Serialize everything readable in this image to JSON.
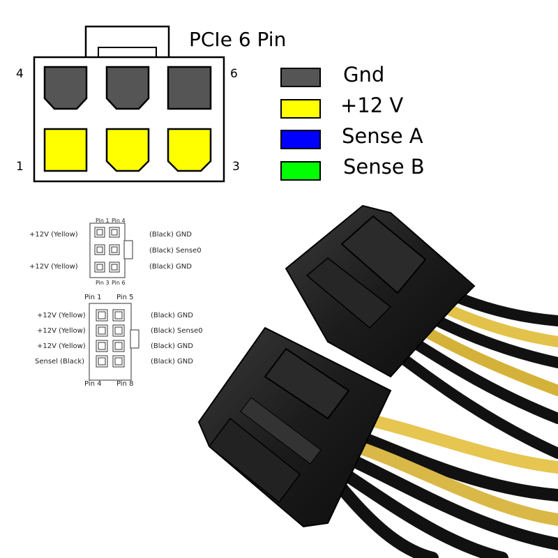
{
  "title": "PCIe 6 Pin",
  "pin_numbers": {
    "p4": "4",
    "p6": "6",
    "p1": "1",
    "p3": "3"
  },
  "legend": [
    {
      "label": "Gnd",
      "color": "#555555"
    },
    {
      "label": "+12 V",
      "color": "#ffff00"
    },
    {
      "label": "Sense A",
      "color": "#0000ff"
    },
    {
      "label": "Sense B",
      "color": "#00ff00"
    }
  ],
  "six_pin_diagram": {
    "top_pins": [
      "Pin 1",
      "Pin 4"
    ],
    "bottom_pins": [
      "Pin 3",
      "Pin 6"
    ],
    "left": [
      "+12V (Yellow)",
      "+12V (Yellow)"
    ],
    "right": [
      "(Black)  GND",
      "(Black)  Sense0",
      "(Black)  GND"
    ]
  },
  "eight_pin_diagram": {
    "top_pins": [
      "Pin 1",
      "Pin 5"
    ],
    "bottom_pins": [
      "Pin 4",
      "Pin 8"
    ],
    "left": [
      "+12V (Yellow)",
      "+12V (Yellow)",
      "+12V (Yellow)",
      "Sensel (Black)"
    ],
    "right": [
      "(Black) GND",
      "(Black) Sense0",
      "(Black) GND",
      "(Black) GND"
    ]
  }
}
